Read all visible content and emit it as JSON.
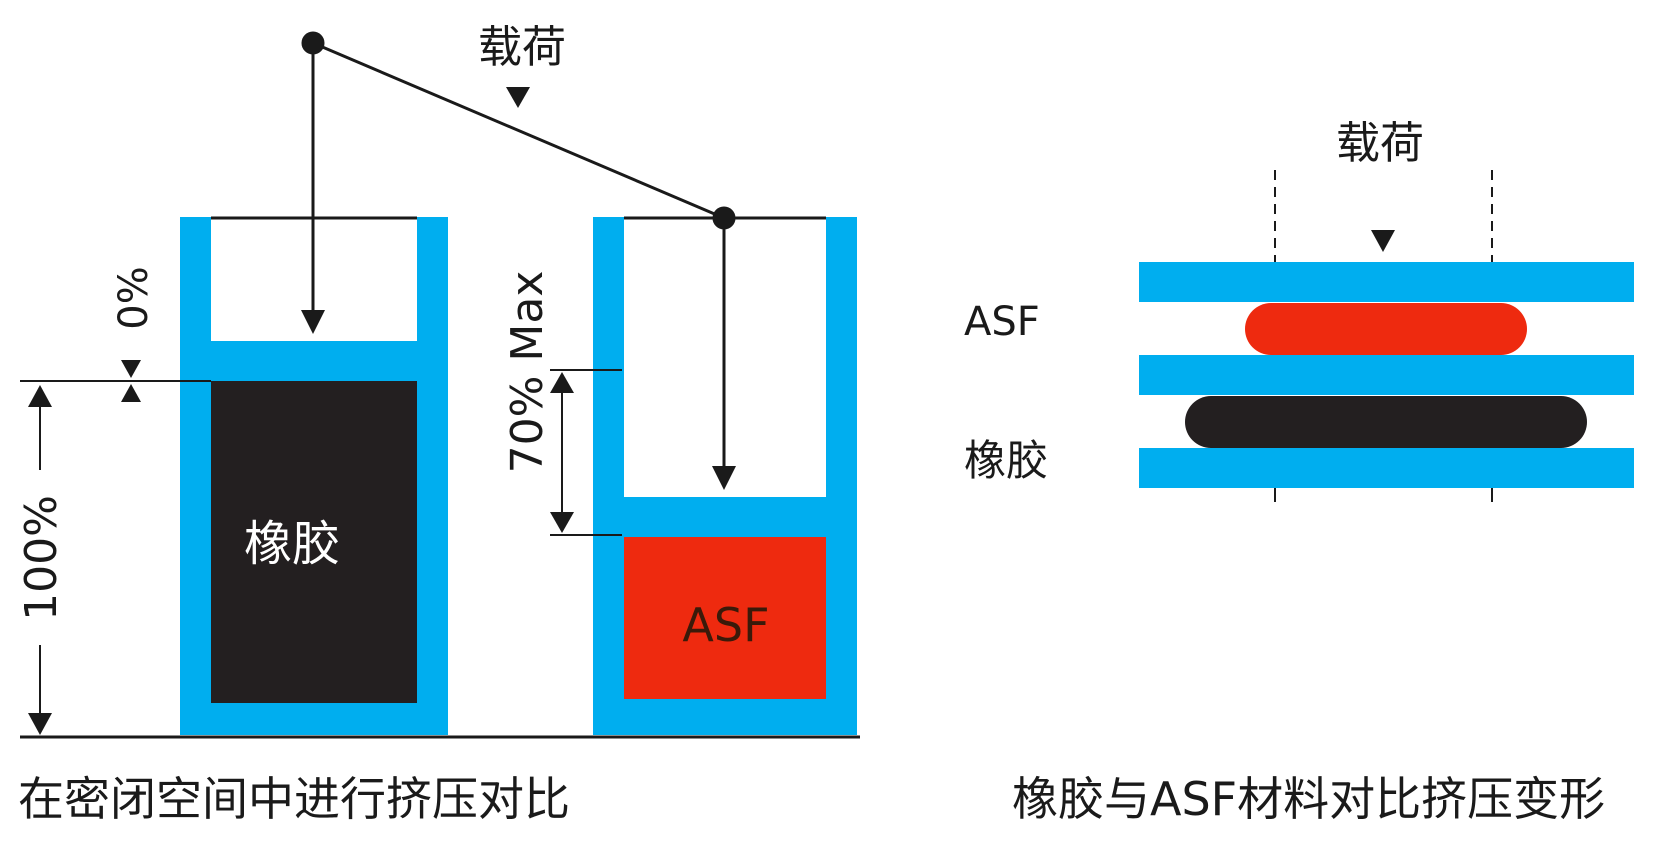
{
  "colors": {
    "container": "#00aeef",
    "rubber": "#231f20",
    "asf": "#ee2a0f",
    "line": "#1a1a1a",
    "background": "#ffffff"
  },
  "left_diagram": {
    "load_label": "载荷",
    "rubber_label": "橡胶",
    "asf_label": "ASF",
    "dim_zero": "0%",
    "dim_hundred": "100%",
    "dim_seventy": "70% Max",
    "caption": "在密闭空间中进行挤压对比"
  },
  "right_diagram": {
    "load_label": "载荷",
    "asf_label": "ASF",
    "rubber_label": "橡胶",
    "caption": "橡胶与ASF材料对比挤压变形"
  }
}
